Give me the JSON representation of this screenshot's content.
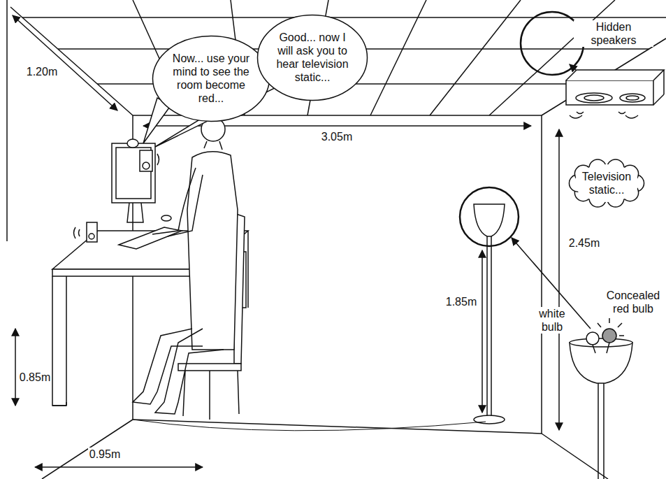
{
  "diagram": {
    "nodes": [
      {
        "text": [
          "Now... use your mind to see the room become red..."
        ]
      },
      {
        "text": [
          "Good... now I will ask you to hear television static..."
        ]
      },
      {
        "text": [
          "Television static..."
        ]
      }
    ],
    "labels": [
      "1.20m",
      "3.05m",
      "Hidden speakers",
      "2.45m",
      "1.85m",
      "white bulb",
      "Concealed red bulb",
      "0.85m",
      "0.95m"
    ]
  }
}
